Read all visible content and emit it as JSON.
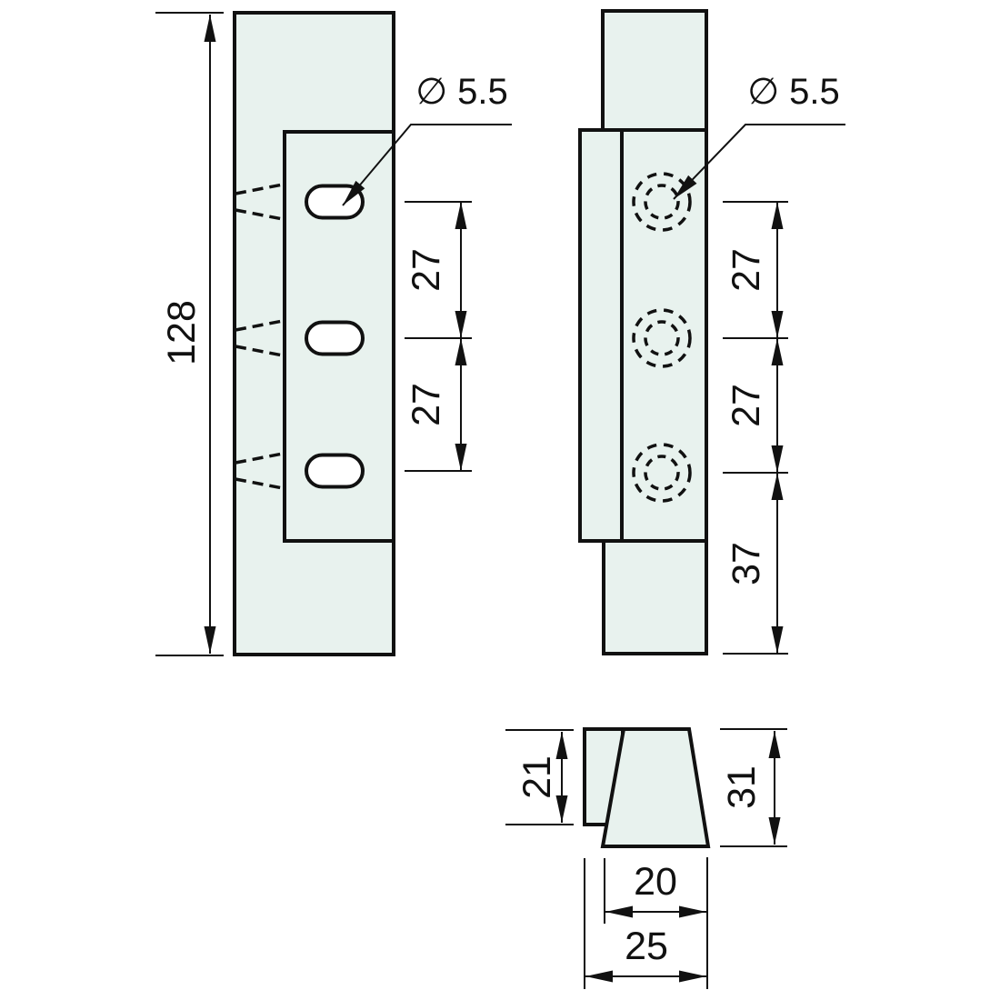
{
  "colors": {
    "part_fill": "#e8f2ee",
    "hole_fill": "#ffffff",
    "line": "#111111"
  },
  "front_view": {
    "overall_height": "128",
    "hole_pitch": [
      "27",
      "27"
    ],
    "hole_callout": "∅ 5.5"
  },
  "side_view": {
    "hole_pitch": [
      "27",
      "27"
    ],
    "tail_length": "37",
    "hole_callout": "∅ 5.5"
  },
  "top_view": {
    "plate_depth": "21",
    "overall_depth": "31",
    "wedge_width": "20",
    "overall_width": "25"
  }
}
